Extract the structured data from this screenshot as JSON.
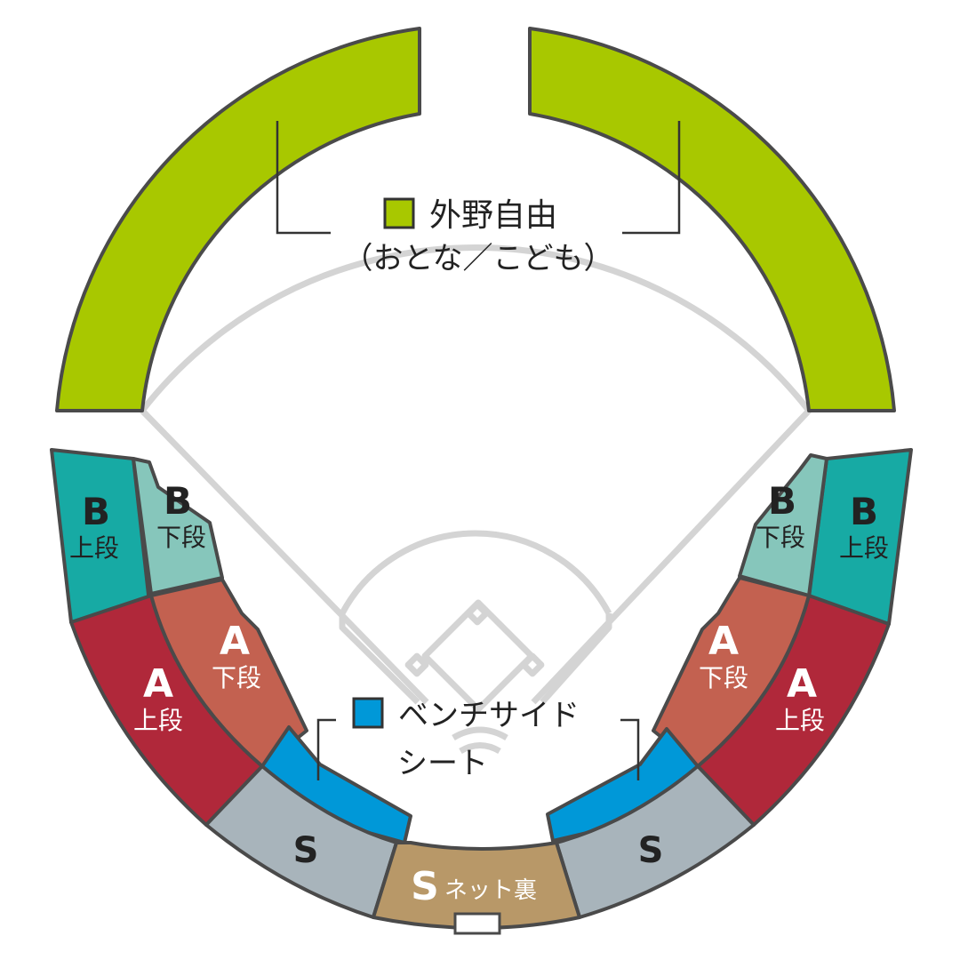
{
  "outfield": {
    "label": "外野自由",
    "sublabel": "（おとな／こども）"
  },
  "bench": {
    "label_line1": "ベンチサイド",
    "label_line2": "シート"
  },
  "sections": {
    "b_upper": {
      "letter": "B",
      "tier": "上段"
    },
    "b_lower": {
      "letter": "B",
      "tier": "下段"
    },
    "a_upper": {
      "letter": "A",
      "tier": "上段"
    },
    "a_lower": {
      "letter": "A",
      "tier": "下段"
    },
    "s": {
      "letter": "S"
    },
    "s_net": {
      "letter": "S",
      "suffix": "ネット裏"
    }
  },
  "colors": {
    "outfield": "#a8c800",
    "b_upper": "#17aaa4",
    "b_lower": "#86c6bb",
    "a_upper": "#b0283a",
    "a_lower": "#c36150",
    "bench": "#0098d8",
    "s": "#a8b4bb",
    "s_net": "#b89868",
    "outline": "#4a4a4a",
    "field_lines": "#d4d4d4"
  }
}
